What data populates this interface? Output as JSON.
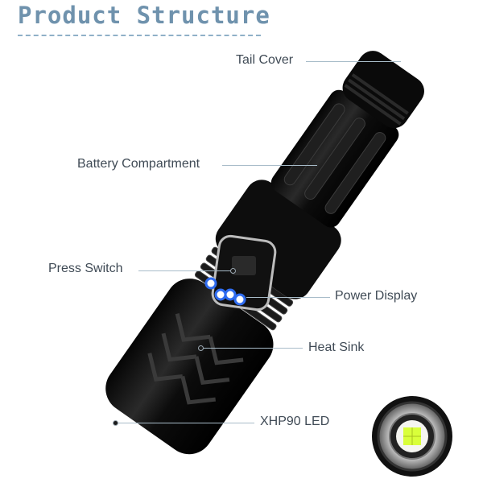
{
  "title": "Product Structure",
  "labels": {
    "tail_cover": "Tail Cover",
    "battery_compartment": "Battery Compartment",
    "press_switch": "Press Switch",
    "power_display": "Power Display",
    "heat_sink": "Heat Sink",
    "led": "XHP90 LED"
  },
  "colors": {
    "title": "#6f92ad",
    "leader": "#a8bcc9",
    "body": "#111111",
    "indicator": "#2f6cf0"
  },
  "icons": [
    "flashlight-illustration",
    "led-lens-illustration"
  ]
}
